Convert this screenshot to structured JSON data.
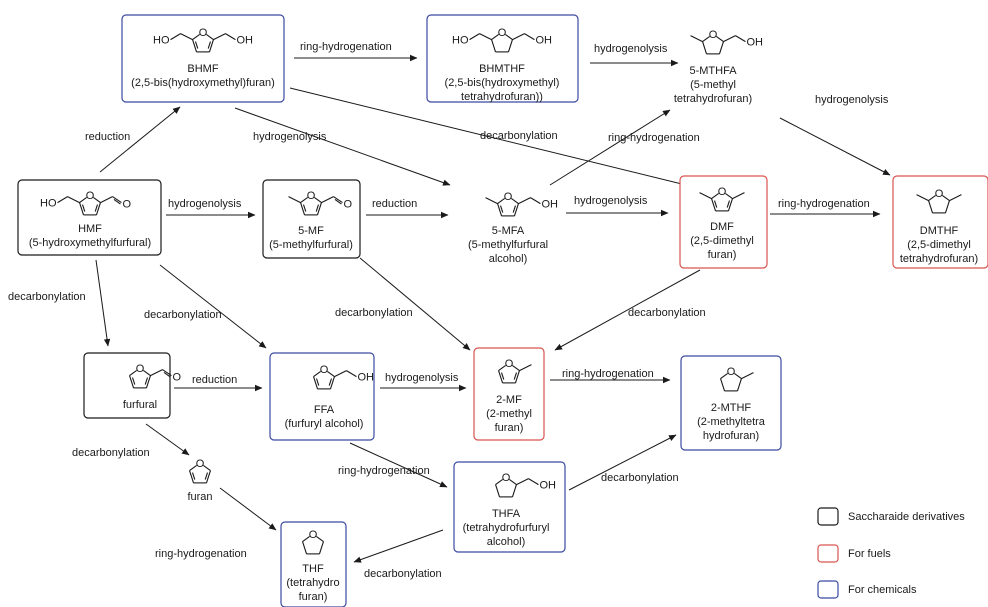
{
  "colors": {
    "saccharide": "#1a1a1a",
    "fuels": "#d9534f",
    "chemicals": "#3b4aa0"
  },
  "nodes": [
    {
      "id": "bhmf",
      "category": "chemicals",
      "names": [
        "BHMF",
        "(2,5-bis(hydroxymethyl)furan)"
      ],
      "icon": "furan-bis-hydroxymethyl-icon"
    },
    {
      "id": "bhmthf",
      "category": "chemicals",
      "names": [
        "BHMTHF",
        "(2,5-bis(hydroxymethyl)",
        "tetrahydrofuran))"
      ],
      "icon": "thf-bis-hydroxymethyl-icon"
    },
    {
      "id": "mthfa",
      "category": "none",
      "names": [
        "5-MTHFA",
        "(5-methyl",
        "tetrahydrofuran)"
      ],
      "icon": "thf-methyl-hydroxymethyl-icon"
    },
    {
      "id": "hmf",
      "category": "saccharide",
      "names": [
        "HMF",
        "(5-hydroxymethylfurfural)"
      ],
      "icon": "furan-hydroxymethyl-aldehyde-icon"
    },
    {
      "id": "mf5",
      "category": "saccharide",
      "names": [
        "5-MF",
        "(5-methylfurfural)"
      ],
      "icon": "furan-methyl-aldehyde-icon"
    },
    {
      "id": "mfa",
      "category": "none",
      "names": [
        "5-MFA",
        "(5-methylfurfural",
        "alcohol)"
      ],
      "icon": "furan-methyl-hydroxymethyl-icon"
    },
    {
      "id": "dmf",
      "category": "fuels",
      "names": [
        "DMF",
        "(2,5-dimethyl",
        "furan)"
      ],
      "icon": "furan-dimethyl-icon"
    },
    {
      "id": "dmthf",
      "category": "fuels",
      "names": [
        "DMTHF",
        "(2,5-dimethyl",
        "tetrahydrofuran)"
      ],
      "icon": "thf-dimethyl-icon"
    },
    {
      "id": "furfural",
      "category": "saccharide",
      "names": [
        "furfural"
      ],
      "icon": "furan-aldehyde-icon"
    },
    {
      "id": "ffa",
      "category": "chemicals",
      "names": [
        "FFA",
        "(furfuryl alcohol)"
      ],
      "icon": "furan-hydroxymethyl-icon"
    },
    {
      "id": "mf2",
      "category": "fuels",
      "names": [
        "2-MF",
        "(2-methyl",
        "furan)"
      ],
      "icon": "furan-methyl-icon"
    },
    {
      "id": "mthf2",
      "category": "chemicals",
      "names": [
        "2-MTHF",
        "(2-methyltetra",
        "hydrofuran)"
      ],
      "icon": "thf-methyl-icon"
    },
    {
      "id": "furan",
      "category": "none",
      "names": [
        "furan"
      ],
      "icon": "furan-icon"
    },
    {
      "id": "thfa",
      "category": "chemicals",
      "names": [
        "THFA",
        "(tetrahydrofurfuryl",
        "alcohol)"
      ],
      "icon": "thf-hydroxymethyl-icon"
    },
    {
      "id": "thf",
      "category": "chemicals",
      "names": [
        "THF",
        "(tetrahydro",
        "furan)"
      ],
      "icon": "thf-icon"
    }
  ],
  "edges": [
    {
      "from": "bhmf",
      "to": "bhmthf",
      "label": "ring-hydrogenation"
    },
    {
      "from": "bhmthf",
      "to": "mthfa",
      "label": "hydrogenolysis"
    },
    {
      "from": "mthfa",
      "to": "dmthf",
      "label": "hydrogenolysis"
    },
    {
      "from": "hmf",
      "to": "bhmf",
      "label": "reduction"
    },
    {
      "from": "bhmf",
      "to": "mfa",
      "label": "hydrogenolysis"
    },
    {
      "from": "bhmf",
      "to": "dmf",
      "label": "decarbonylation"
    },
    {
      "from": "mfa",
      "to": "mthfa",
      "label": "ring-hydrogenation"
    },
    {
      "from": "hmf",
      "to": "mf5",
      "label": "hydrogenolysis"
    },
    {
      "from": "mf5",
      "to": "mfa",
      "label": "reduction"
    },
    {
      "from": "mfa",
      "to": "dmf",
      "label": "hydrogenolysis"
    },
    {
      "from": "dmf",
      "to": "dmthf",
      "label": "ring-hydrogenation"
    },
    {
      "from": "hmf",
      "to": "furfural",
      "label": "decarbonylation"
    },
    {
      "from": "hmf",
      "to": "ffa",
      "label": "decarbonylation"
    },
    {
      "from": "mf5",
      "to": "mf2",
      "label": "decarbonylation"
    },
    {
      "from": "dmf",
      "to": "mf2",
      "label": "decarbonylation"
    },
    {
      "from": "furfural",
      "to": "ffa",
      "label": "reduction"
    },
    {
      "from": "ffa",
      "to": "mf2",
      "label": "hydrogenolysis"
    },
    {
      "from": "mf2",
      "to": "mthf2",
      "label": "ring-hydrogenation"
    },
    {
      "from": "furfural",
      "to": "furan",
      "label": "decarbonylation"
    },
    {
      "from": "ffa",
      "to": "thfa",
      "label": "ring-hydrogenation"
    },
    {
      "from": "thfa",
      "to": "mthf2",
      "label": "decarbonylation"
    },
    {
      "from": "furan",
      "to": "thf",
      "label": "ring-hydrogenation"
    },
    {
      "from": "thfa",
      "to": "thf",
      "label": "decarbonylation"
    }
  ],
  "legend": [
    {
      "category": "saccharide",
      "label": "Saccharaide derivatives"
    },
    {
      "category": "fuels",
      "label": "For fuels"
    },
    {
      "category": "chemicals",
      "label": "For chemicals"
    }
  ]
}
